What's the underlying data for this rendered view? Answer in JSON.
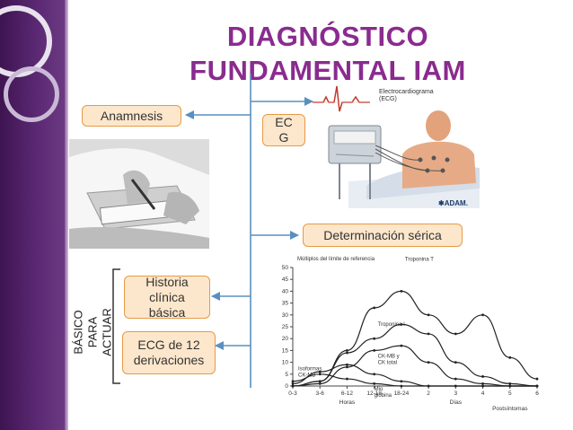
{
  "slide": {
    "title_line1": "DIAGNÓSTICO",
    "title_line2": "FUNDAMENTAL IAM"
  },
  "boxes": {
    "anamnesis": "Anamnesis",
    "ecg": "EC\nG",
    "determinacion": "Determinación sérica",
    "historia": "Historia\nclínica\nbásica",
    "ecg12": "ECG de 12\nderivaciones"
  },
  "side_label": "BÁSICO PARA\nACTUAR",
  "ecg_illustration": {
    "caption_line1": "Electrocardiograma",
    "caption_line2": "(ECG)",
    "brand": "✱ADAM."
  },
  "chart_data": {
    "type": "line",
    "title": "Múltiplos del límite de referencia",
    "ylim": [
      0,
      50
    ],
    "yticks": [
      0,
      5,
      10,
      15,
      20,
      25,
      30,
      35,
      40,
      45,
      50
    ],
    "xticks": [
      "0-3",
      "3-6",
      "6-12",
      "12-18",
      "18-24",
      "2",
      "3",
      "4",
      "5",
      "6"
    ],
    "xlabel_hours": "Horas",
    "xlabel_days": "Días",
    "xlabel_post": "Postsíntomas",
    "series": [
      {
        "name": "Troponina T",
        "x": [
          "0-3",
          "3-6",
          "6-12",
          "12-18",
          "18-24",
          "2",
          "3",
          "4",
          "5",
          "6"
        ],
        "y": [
          0,
          2,
          15,
          33,
          40,
          30,
          22,
          30,
          12,
          3
        ]
      },
      {
        "name": "Troponina I",
        "x": [
          "0-3",
          "3-6",
          "6-12",
          "12-18",
          "18-24",
          "2",
          "3",
          "4",
          "5",
          "6"
        ],
        "y": [
          0,
          2,
          14,
          20,
          26,
          22,
          10,
          4,
          1,
          0
        ]
      },
      {
        "name": "CK-MB y CK total",
        "x": [
          "0-3",
          "3-6",
          "6-12",
          "12-18",
          "18-24",
          "2",
          "3",
          "4",
          "5",
          "6"
        ],
        "y": [
          0,
          1,
          8,
          15,
          17,
          10,
          3,
          1,
          0,
          0
        ]
      },
      {
        "name": "Mio globina",
        "x": [
          "0-3",
          "3-6",
          "6-12",
          "12-18",
          "18-24",
          "2",
          "3",
          "4",
          "5",
          "6"
        ],
        "y": [
          1,
          6,
          9,
          5,
          2,
          0,
          0,
          0,
          0,
          0
        ]
      },
      {
        "name": "Isoformas CK-MB",
        "x": [
          "0-3",
          "3-6",
          "6-12",
          "12-18",
          "18-24",
          "2",
          "3",
          "4",
          "5",
          "6"
        ],
        "y": [
          2,
          5,
          3,
          1,
          0,
          0,
          0,
          0,
          0,
          0
        ]
      }
    ],
    "labels": [
      "Troponina T",
      "Troponina I",
      "CK-MB y CK total",
      "Mio globina",
      "Isoformas CK-MB"
    ]
  }
}
